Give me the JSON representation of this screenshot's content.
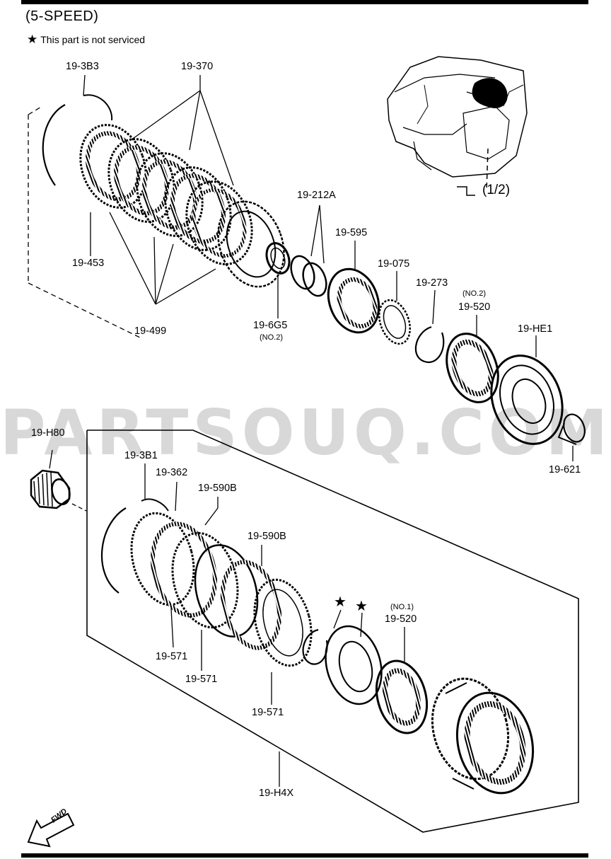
{
  "header": {
    "title": "(5-SPEED)",
    "note_star": "★",
    "note_text": "This part is not serviced"
  },
  "reference": {
    "label": "(1/2)"
  },
  "watermark": "PARTSOUQ.COM",
  "fwd_label": "FWD",
  "upper_assembly": {
    "labels": {
      "p_3b3": "19-3B3",
      "p_370": "19-370",
      "p_453": "19-453",
      "p_499": "19-499",
      "p_212a": "19-212A",
      "p_595": "19-595",
      "p_6g5": "19-6G5",
      "p_6g5_sub": "(NO.2)",
      "p_075": "19-075",
      "p_273": "19-273",
      "p_520_upper_sub": "(NO.2)",
      "p_520_upper": "19-520",
      "p_he1": "19-HE1",
      "p_621": "19-621"
    }
  },
  "lower_assembly": {
    "labels": {
      "p_h80": "19-H80",
      "p_3b1": "19-3B1",
      "p_362": "19-362",
      "p_590b_1": "19-590B",
      "p_590b_2": "19-590B",
      "p_571_1": "19-571",
      "p_571_2": "19-571",
      "p_571_3": "19-571",
      "p_520_lower_sub": "(NO.1)",
      "p_520_lower": "19-520",
      "p_h4x": "19-H4X",
      "star_1": "★",
      "star_2": "★"
    }
  }
}
